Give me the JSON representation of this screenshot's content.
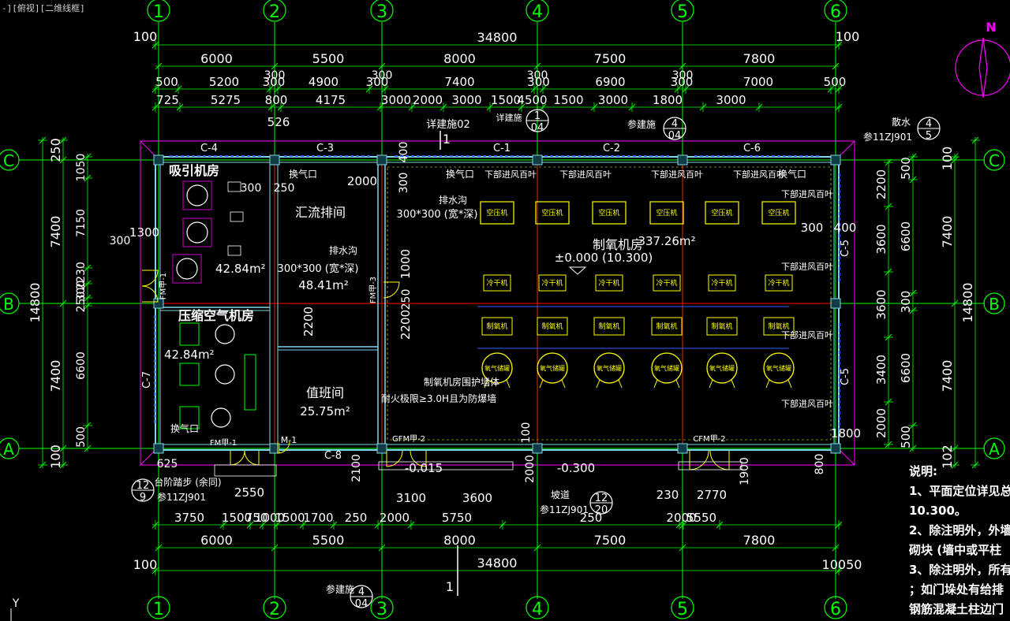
{
  "viewport_label": "-][俯视][二维线框]",
  "axes_top": [
    "1",
    "2",
    "3",
    "4",
    "5",
    "6"
  ],
  "axes_side": [
    "C",
    "B",
    "A"
  ],
  "dims_top_total": "34800",
  "dims_top_edge_left": "100",
  "dims_top_edge_right": "100",
  "dims_top_row1": [
    "6000",
    "5500",
    "8000",
    "7500",
    "7800"
  ],
  "dims_top_row2": [
    "500",
    "5200",
    "300",
    "4900",
    "300",
    "7400",
    "300",
    "6900",
    "300",
    "7000",
    "500"
  ],
  "dims_top_row2_extra": [
    "300",
    "300",
    "300",
    "300"
  ],
  "dims_top_row3": [
    "725",
    "5275",
    "800",
    "4175",
    "3000",
    "2000",
    "3000",
    "1500",
    "4500",
    "1500",
    "3000",
    "1800",
    "3000"
  ],
  "dim_526": "526",
  "dims_bottom_row1": [
    "3750",
    "1500",
    "750",
    "1000",
    "1500",
    "1700",
    "250",
    "2000",
    "5750",
    "250",
    "2000",
    "5550"
  ],
  "dims_bottom_row2": [
    "6000",
    "5500",
    "8000",
    "7500",
    "7800"
  ],
  "dims_bottom_total": "34800",
  "dims_bottom_edge_left": "100",
  "dims_bottom_edge_right": "10050",
  "dims_left_outer": [
    "250",
    "7400",
    "7400",
    "100"
  ],
  "dims_left_total": "14800",
  "dims_left_inner": [
    "1050",
    "7150",
    "2230",
    "300",
    "250",
    "6600",
    "500"
  ],
  "dims_left_mid": [
    "200",
    "300"
  ],
  "dims_right_outer": [
    "100",
    "7400",
    "7400",
    "102"
  ],
  "dims_right_total": "14800",
  "dims_right_inner": [
    "500",
    "6600",
    "300",
    "6600",
    "500"
  ],
  "dims_right_sub": [
    "2200",
    "3600",
    "3600",
    "3400",
    "2000"
  ],
  "rooms": {
    "suction": {
      "name": "吸引机房",
      "area": "42.84m²"
    },
    "compressor": {
      "name": "压缩空气机房",
      "area": "42.84m²"
    },
    "busbar": {
      "name": "汇流排间",
      "area": "48.41m²"
    },
    "duty": {
      "name": "值班间",
      "area": "25.75m²"
    },
    "oxygen": {
      "name": "制氧机房",
      "area": "337.26m²",
      "elev": "±0.000 (10.300)"
    }
  },
  "equipment": {
    "compressor_label": "空压机",
    "dryer_label": "冷干机",
    "generator_label": "制氧机",
    "tank_label": "氧气储罐"
  },
  "labels": {
    "vent": "换气口",
    "lower_louver": "下部进风百叶",
    "drain_trench": "排水沟",
    "drain_size": "300*300 (宽*深)",
    "firewall_1": "制氧机房围护墙体",
    "firewall_2": "耐火极限≥3.0H且为防爆墙",
    "ramp": "坡道",
    "step": "台阶踏步 (余同)",
    "ref_11zj": "参11ZJ901",
    "ref_build": "参建施",
    "detail_02": "详建施02",
    "detail_b": "详建施",
    "gutter": "散水",
    "elev_1": "-0.015",
    "elev_2": "-0.300",
    "dim_2000": "2000",
    "dim_300": "300",
    "dim_400": "400",
    "dim_1000": "1000",
    "dim_250": "250",
    "dim_2200": "2200",
    "dim_1300": "1300",
    "dim_1800": "1800",
    "dim_1900": "1900",
    "dim_2100": "2100",
    "dim_2550": "2550",
    "dim_3100": "3100",
    "dim_3600": "3600",
    "dim_230": "230",
    "dim_2770": "2770",
    "dim_625": "625",
    "dim_800": "800",
    "dim_100": "100"
  },
  "windows": [
    "C-4",
    "C-3",
    "C-1",
    "C-2",
    "C-6",
    "C-5",
    "C-5",
    "C-7",
    "C-8"
  ],
  "doors": [
    "FM甲-1",
    "FM甲-1",
    "FM甲-3",
    "GFM甲-2",
    "CFM甲-2",
    "M-1"
  ],
  "detail_marks": [
    {
      "top": "1",
      "bottom": "04"
    },
    {
      "top": "4",
      "bottom": "04"
    },
    {
      "top": "4",
      "bottom": "5"
    },
    {
      "top": "12",
      "bottom": "9"
    },
    {
      "top": "12",
      "bottom": "20"
    },
    {
      "top": "4",
      "bottom": "04"
    }
  ],
  "section_mark": "1",
  "north": "N",
  "ucs": "Y",
  "notes": {
    "title": "说明:",
    "lines": [
      "1、平面定位详见总",
      "10.300。",
      "2、除注明外，外墙",
      "砌块 (墙中或平柱",
      "3、除注明外，所有",
      "；如门垛处有给排",
      "钢筋混凝土柱边门"
    ]
  },
  "colors": {
    "axis_green": "#00ff00",
    "wall_cyan": "#7fd6e6",
    "dim_green": "#00ff00",
    "equip_yellow": "#ffff00",
    "magenta": "#ff00ff",
    "red_axis": "#ff0000",
    "white": "#ffffff"
  }
}
